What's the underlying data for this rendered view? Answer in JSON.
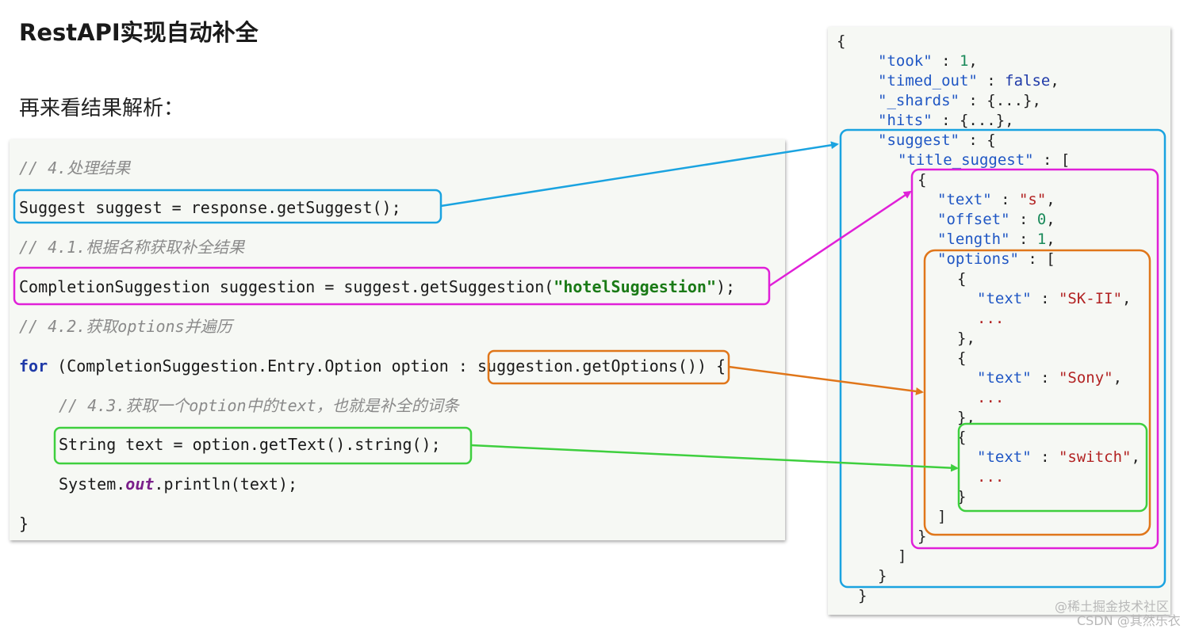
{
  "slide": {
    "title": "RestAPI实现自动补全",
    "subtitle": "再来看结果解析："
  },
  "code": {
    "comment_1": "// 4.处理结果",
    "line_suggest": "Suggest suggest = response.getSuggest();",
    "comment_2": "// 4.1.根据名称获取补全结果",
    "line_suggestion_prefix": "CompletionSuggestion suggestion = suggest.getSuggestion(",
    "line_suggestion_string": "\"hotelSuggestion\"",
    "line_suggestion_suffix": ");",
    "comment_3": "// 4.2.获取options并遍历",
    "for_keyword": "for",
    "for_mid": " (CompletionSuggestion.Entry.Option option : ",
    "for_call": "suggestion.getOptions()",
    "for_end": ") {",
    "comment_4": "// 4.3.获取一个option中的text，也就是补全的词条",
    "line_text": "String text = option.getText().string();",
    "print_prefix": "System.",
    "print_field": "out",
    "print_suffix": ".println(text);",
    "close_brace": "}"
  },
  "json_response": {
    "open": "{",
    "took_key": "\"took\"",
    "took_val": "1",
    "timed_out_key": "\"timed_out\"",
    "timed_out_val": "false",
    "shards_key": "\"_shards\"",
    "hits_key": "\"hits\"",
    "collapsed": "{...}",
    "suggest_key": "\"suggest\"",
    "title_suggest_key": "\"title_suggest\"",
    "text_key": "\"text\"",
    "text_val": "\"s\"",
    "offset_key": "\"offset\"",
    "offset_val": "0",
    "length_key": "\"length\"",
    "length_val": "1",
    "options_key": "\"options\"",
    "option_texts": [
      "\"SK-II\"",
      "\"Sony\"",
      "\"switch\""
    ],
    "ellipsis": "...",
    "close": "}"
  },
  "colors": {
    "blue_box": "#1aa3e0",
    "magenta_box": "#e020d8",
    "orange_box": "#e0761a",
    "green_box": "#3ecf3e"
  },
  "watermark": {
    "line1": "@稀土掘金技术社区",
    "line2": "CSDN @其然乐衣"
  }
}
